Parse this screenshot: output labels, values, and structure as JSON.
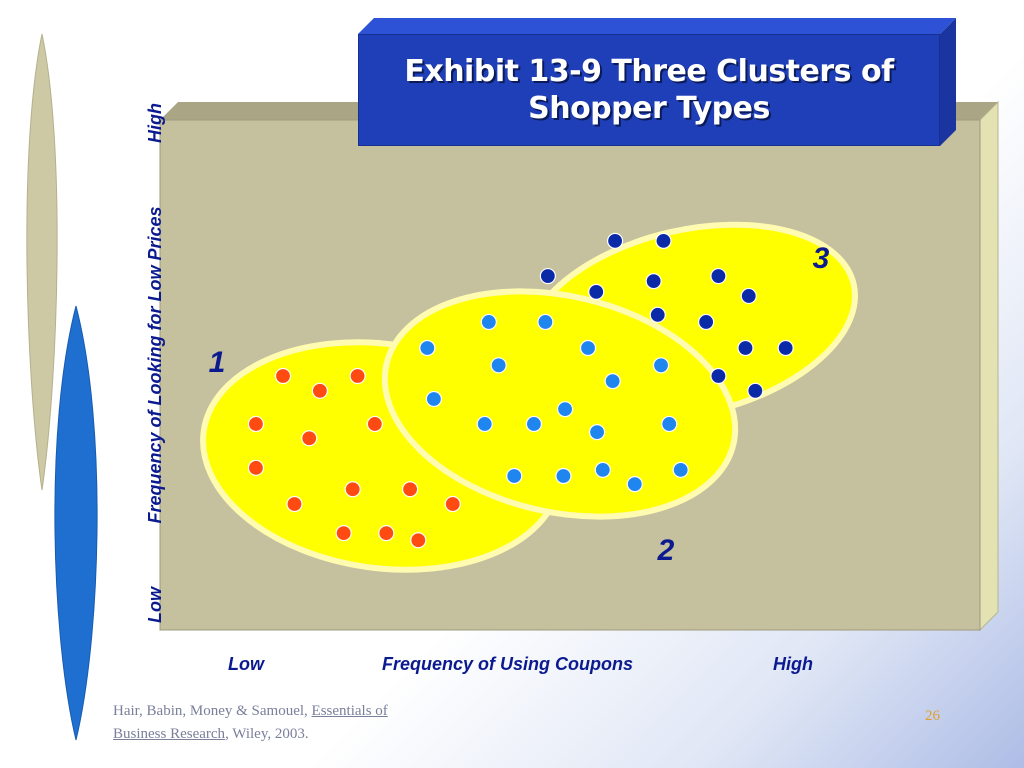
{
  "title": "Exhibit 13-9  Three Clusters of\nShopper Types",
  "y_axis": {
    "label": "Frequency of Looking for Low Prices",
    "low": "Low",
    "high": "High"
  },
  "x_axis": {
    "label": "Frequency of Using Coupons",
    "low": "Low",
    "high": "High"
  },
  "citation": {
    "prefix": "Hair, Babin, Money & Samouel, ",
    "book_line1": "Essentials of",
    "book_line2": "Business Research",
    "suffix": ", Wiley, 2003."
  },
  "page_number": "26",
  "colors": {
    "panel": "#c5c09e",
    "panel_right": "#e2e2b2",
    "panel_top": "#a9a585",
    "cluster_fill": "#ffff00",
    "cluster_edge": "#fffbb0",
    "cluster1_dots": "#ff4a12",
    "cluster2_dots": "#1f86f0",
    "cluster3_dots": "#0b2aa8",
    "cluster_labels": "#0b1a8f",
    "leaf_beige": "#cdc9a5",
    "leaf_blue": "#1f6fd1"
  },
  "chart_data": {
    "type": "scatter",
    "title": "Exhibit 13-9  Three Clusters of Shopper Types",
    "xlabel": "Frequency of Using Coupons",
    "ylabel": "Frequency of Looking for Low Prices",
    "xlim": [
      0,
      100
    ],
    "ylim": [
      0,
      100
    ],
    "x_tick_labels": [
      "Low",
      "High"
    ],
    "y_tick_labels": [
      "Low",
      "High"
    ],
    "grid": false,
    "clusters": [
      {
        "label": "1",
        "points": [
          {
            "x": 15.0,
            "y": 49.8
          },
          {
            "x": 19.5,
            "y": 46.9
          },
          {
            "x": 24.1,
            "y": 49.8
          },
          {
            "x": 11.7,
            "y": 40.4
          },
          {
            "x": 18.2,
            "y": 37.6
          },
          {
            "x": 26.2,
            "y": 40.4
          },
          {
            "x": 11.7,
            "y": 31.8
          },
          {
            "x": 16.4,
            "y": 24.7
          },
          {
            "x": 23.5,
            "y": 27.6
          },
          {
            "x": 30.5,
            "y": 27.6
          },
          {
            "x": 35.7,
            "y": 24.7
          },
          {
            "x": 22.4,
            "y": 19.0
          },
          {
            "x": 27.6,
            "y": 19.0
          },
          {
            "x": 31.5,
            "y": 17.6
          }
        ]
      },
      {
        "label": "2",
        "points": [
          {
            "x": 40.1,
            "y": 60.4
          },
          {
            "x": 47.0,
            "y": 60.4
          },
          {
            "x": 32.6,
            "y": 55.3
          },
          {
            "x": 41.3,
            "y": 51.9
          },
          {
            "x": 52.2,
            "y": 55.3
          },
          {
            "x": 61.1,
            "y": 51.9
          },
          {
            "x": 55.2,
            "y": 48.8
          },
          {
            "x": 33.4,
            "y": 45.3
          },
          {
            "x": 39.6,
            "y": 40.4
          },
          {
            "x": 45.6,
            "y": 40.4
          },
          {
            "x": 49.4,
            "y": 43.3
          },
          {
            "x": 53.3,
            "y": 38.8
          },
          {
            "x": 62.1,
            "y": 40.4
          },
          {
            "x": 43.2,
            "y": 30.2
          },
          {
            "x": 49.2,
            "y": 30.2
          },
          {
            "x": 54.0,
            "y": 31.4
          },
          {
            "x": 57.9,
            "y": 28.6
          },
          {
            "x": 63.5,
            "y": 31.4
          }
        ]
      },
      {
        "label": "3",
        "points": [
          {
            "x": 55.5,
            "y": 76.3
          },
          {
            "x": 61.4,
            "y": 76.3
          },
          {
            "x": 47.3,
            "y": 69.4
          },
          {
            "x": 53.2,
            "y": 66.3
          },
          {
            "x": 60.2,
            "y": 68.4
          },
          {
            "x": 68.1,
            "y": 69.4
          },
          {
            "x": 71.8,
            "y": 65.5
          },
          {
            "x": 60.7,
            "y": 61.8
          },
          {
            "x": 66.6,
            "y": 60.4
          },
          {
            "x": 71.4,
            "y": 55.3
          },
          {
            "x": 76.3,
            "y": 55.3
          },
          {
            "x": 68.1,
            "y": 49.8
          },
          {
            "x": 72.6,
            "y": 46.9
          }
        ]
      }
    ]
  }
}
